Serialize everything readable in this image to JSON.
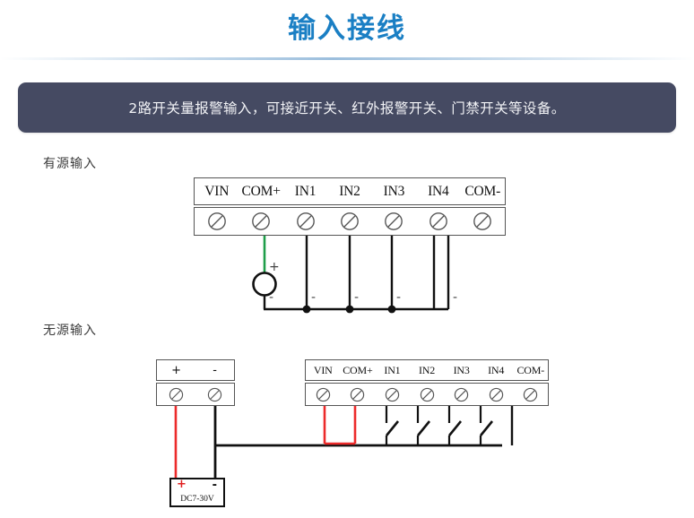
{
  "page": {
    "title": "输入接线",
    "banner_text": "2路开关量报警输入，可接近开关、红外报警开关、门禁开关等设备。",
    "accent_color": "#1a7fc4",
    "banner_color": "#454a62"
  },
  "sections": {
    "active": {
      "label": "有源输入",
      "terminal_block": {
        "labels": [
          "VIN",
          "COM+",
          "IN1",
          "IN2",
          "IN3",
          "IN4",
          "COM-"
        ]
      },
      "source": {
        "plus_sign": "+",
        "minus_sign": "-"
      },
      "rail_minus_marks": [
        "-",
        "-",
        "-",
        "-"
      ],
      "wire_colors": {
        "signal": "#1f9e4a",
        "common": "#111111"
      }
    },
    "passive": {
      "label": "无源输入",
      "power_block": {
        "labels": [
          "+",
          "-"
        ]
      },
      "terminal_block": {
        "labels": [
          "VIN",
          "COM+",
          "IN1",
          "IN2",
          "IN3",
          "IN4",
          "COM-"
        ]
      },
      "power_supply": {
        "plus_sign": "+",
        "minus_sign": "-",
        "rating": "DC7-30V"
      },
      "switch_count": 4,
      "wire_colors": {
        "positive": "#ec2a2a",
        "negative": "#111111"
      }
    }
  }
}
